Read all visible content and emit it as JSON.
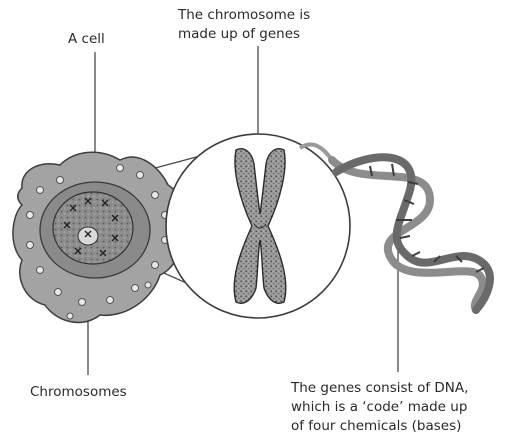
{
  "labels": {
    "cell": "A cell",
    "chromosome": [
      "The chromosome is",
      "made up of genes"
    ],
    "chromosomes": "Chromosomes",
    "genes": [
      "The genes consist of DNA,",
      "which is a ‘code’ made up",
      "of four chemicals (bases)"
    ]
  },
  "colors": {
    "cell_fill": "#9a9a9a",
    "nucleus_fill": "#6e6e6e",
    "line": "#4a4a4a",
    "dna_backbone": "#7c7c7c"
  }
}
